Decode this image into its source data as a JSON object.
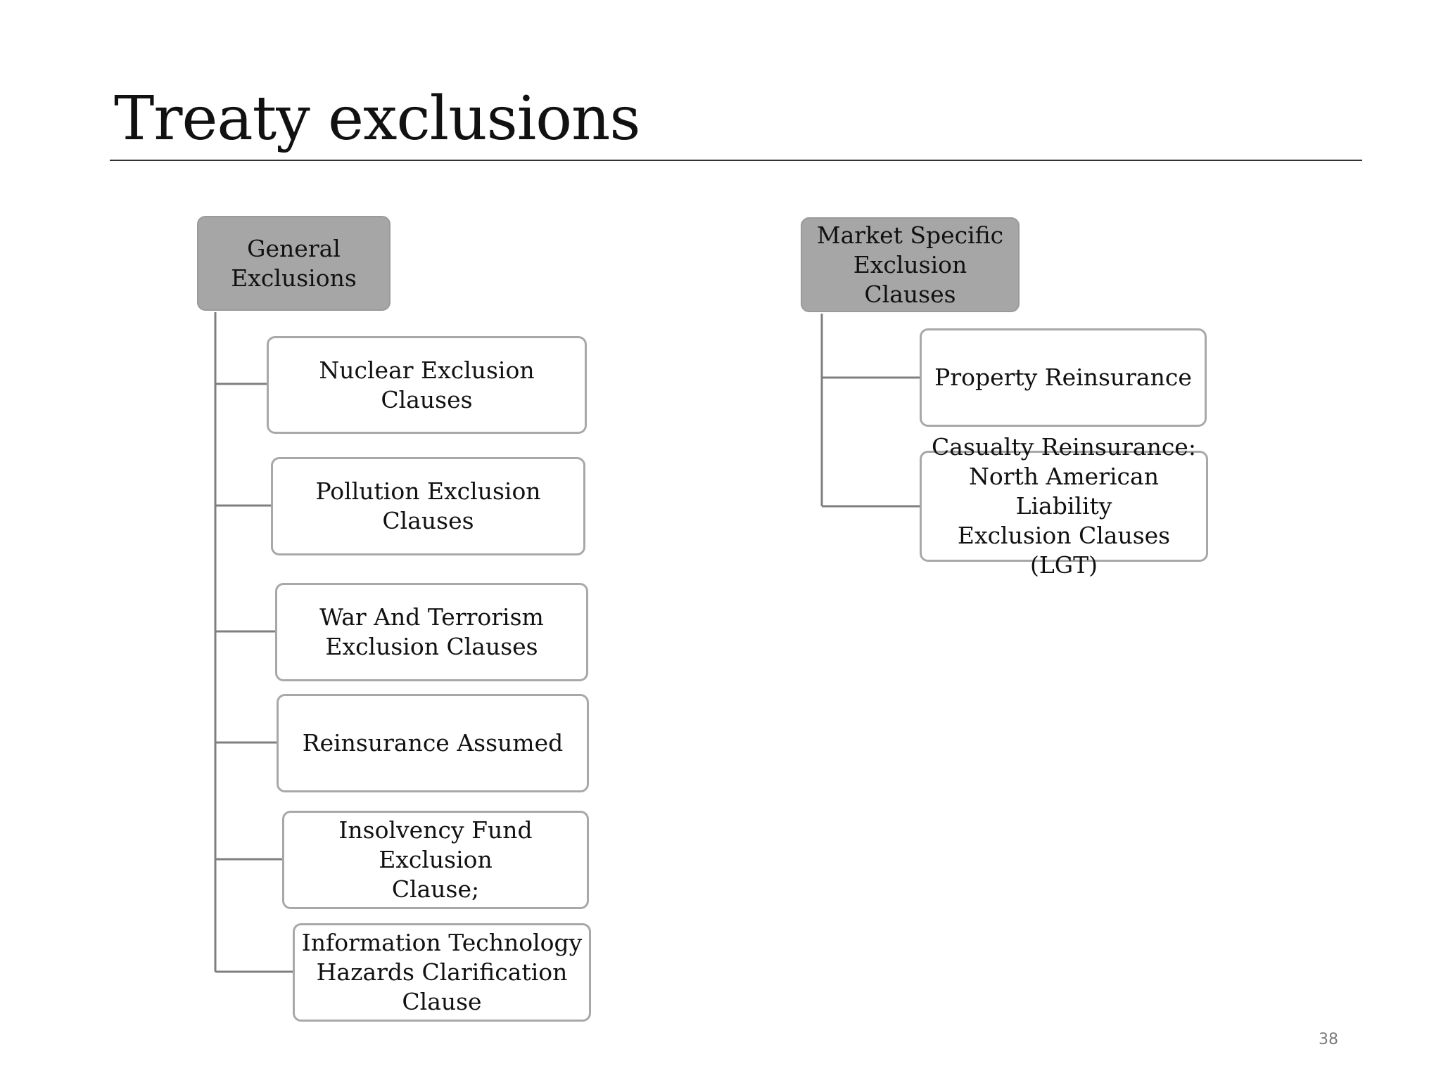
{
  "slide": {
    "title": "Treaty exclusions",
    "page_number": "38"
  },
  "diagram": {
    "general": {
      "label": "General\nExclusions",
      "children": [
        "Nuclear Exclusion Clauses",
        "Pollution Exclusion Clauses",
        "War And Terrorism\nExclusion Clauses",
        "Reinsurance Assumed",
        "Insolvency Fund Exclusion\nClause;",
        "Information Technology\nHazards Clarification\nClause"
      ]
    },
    "market": {
      "label": "Market Specific\nExclusion Clauses",
      "children": [
        "Property Reinsurance",
        "Casualty Reinsurance:\nNorth American Liability\nExclusion Clauses (LGT)"
      ]
    }
  },
  "colors": {
    "root_fill": "#a6a6a6",
    "child_border": "#a8a8a8",
    "connector": "#7f7f7f"
  }
}
